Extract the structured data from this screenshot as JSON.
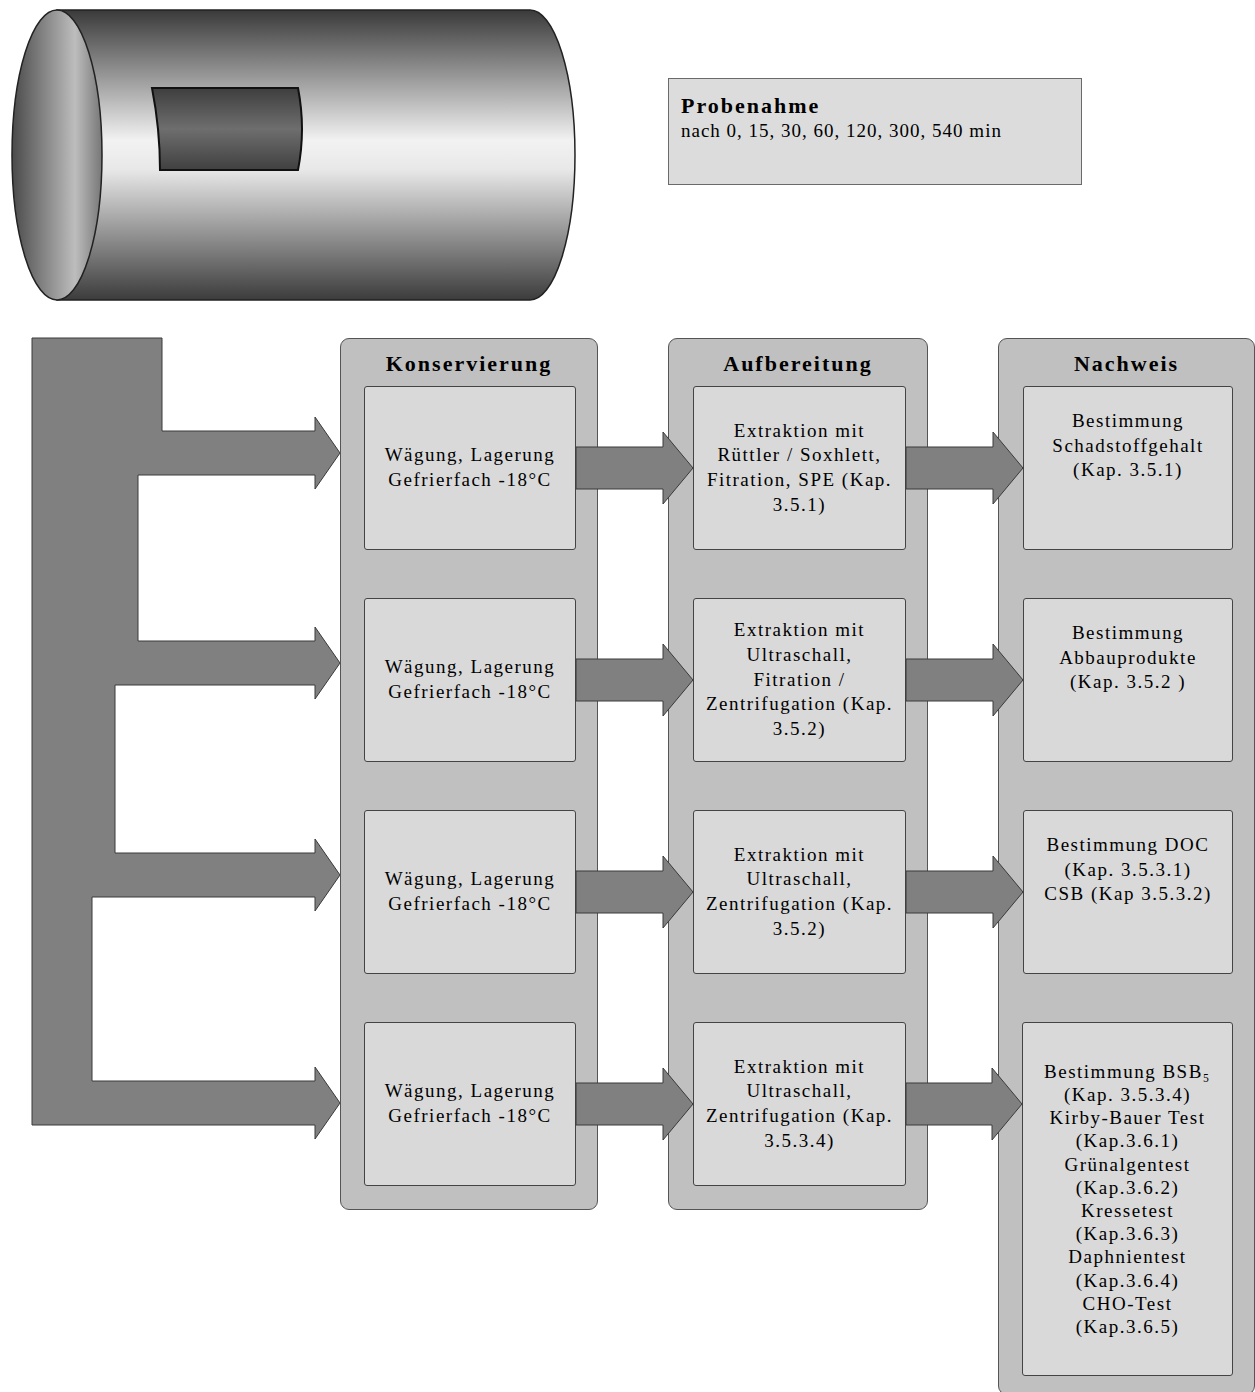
{
  "diagram": {
    "nodes": [
      {
        "text": [
          "Probenahme",
          "nach 0, 15, 30, 60, 120, 300, 540 min"
        ]
      },
      {
        "text": [
          "Konservierung"
        ]
      },
      {
        "text": [
          "Wägung, Lagerung Gefrierfach -18°C"
        ],
        "in": 1
      },
      {
        "text": [
          "Wägung, Lagerung Gefrierfach -18°C"
        ],
        "in": 1
      },
      {
        "text": [
          "Wägung, Lagerung Gefrierfach -18°C"
        ],
        "in": 1
      },
      {
        "text": [
          "Wägung, Lagerung Gefrierfach -18°C"
        ],
        "in": 1
      },
      {
        "text": [
          "Aufbereitung"
        ]
      },
      {
        "text": [
          "Extraktion mit Rüttler / Soxhlett, Fitration, SPE (Kap. 3.5.1)"
        ],
        "in": 6
      },
      {
        "text": [
          "Extraktion mit Ultraschall, Fitration / Zentrifugation (Kap. 3.5.2)"
        ],
        "in": 6
      },
      {
        "text": [
          "Extraktion mit Ultraschall, Zentrifugation (Kap. 3.5.2)"
        ],
        "in": 6
      },
      {
        "text": [
          "Extraktion mit Ultraschall, Zentrifugation (Kap. 3.5.3.4)"
        ],
        "in": 6
      },
      {
        "text": [
          "Nachweis"
        ]
      },
      {
        "text": [
          "Bestimmung Schadstoffgehalt (Kap. 3.5.1)"
        ],
        "in": 11
      },
      {
        "text": [
          "Bestimmung Abbauprodukte (Kap. 3.5.2 )"
        ],
        "in": 11
      },
      {
        "text": [
          "Bestimmung DOC (Kap. 3.5.3.1)",
          "CSB (Kap 3.5.3.2)"
        ],
        "in": 11
      },
      {
        "text": [
          "Bestimmung BSB₅ (Kap. 3.5.3.4)",
          "Kirby-Bauer Test (Kap.3.6.1)",
          "Grünalgentest (Kap.3.6.2)",
          "Kressetest (Kap.3.6.3)",
          "Daphnientest (Kap.3.6.4)",
          "CHO-Test (Kap.3.6.5)"
        ],
        "in": 11
      }
    ],
    "edges": [
      {
        "from": 2,
        "to": 7,
        "arrow": "to"
      },
      {
        "from": 3,
        "to": 8,
        "arrow": "to"
      },
      {
        "from": 4,
        "to": 9,
        "arrow": "to"
      },
      {
        "from": 5,
        "to": 10,
        "arrow": "to"
      },
      {
        "from": 7,
        "to": 12,
        "arrow": "to"
      },
      {
        "from": 8,
        "to": 13,
        "arrow": "to"
      },
      {
        "from": 9,
        "to": 14,
        "arrow": "to"
      },
      {
        "from": 10,
        "to": 15,
        "arrow": "to"
      }
    ]
  }
}
